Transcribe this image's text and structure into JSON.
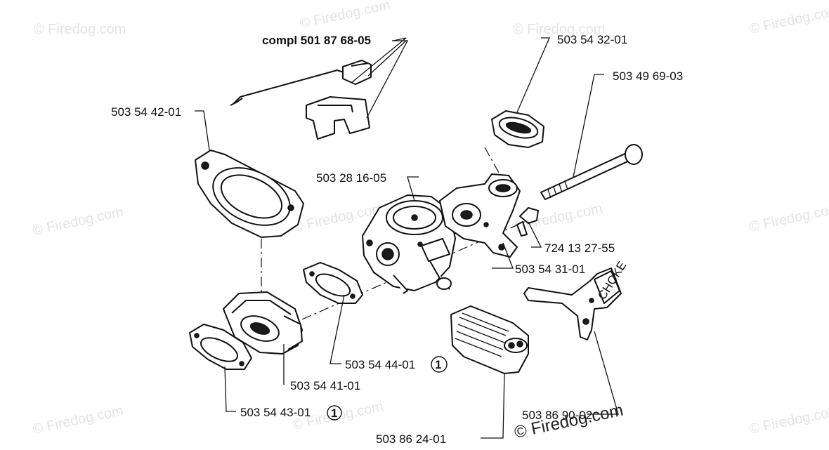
{
  "watermark": "© Firedog.com",
  "watermark_large": "© Firedog.com",
  "parts": [
    {
      "id": "p1",
      "number": "compl 501 87 68-05"
    },
    {
      "id": "p2",
      "number": "503 54 32-01"
    },
    {
      "id": "p3",
      "number": "503 49 69-03"
    },
    {
      "id": "p4",
      "number": "503 54 42-01"
    },
    {
      "id": "p5",
      "number": "503 28 16-05"
    },
    {
      "id": "p6",
      "number": "724 13 27-55"
    },
    {
      "id": "p7",
      "number": "503 54 31-01"
    },
    {
      "id": "p8",
      "number": "503 54 44-01"
    },
    {
      "id": "p9",
      "number": "503 54 41-01"
    },
    {
      "id": "p10",
      "number": "503 54 43-01"
    },
    {
      "id": "p11",
      "number": "503 86 90-02"
    },
    {
      "id": "p12",
      "number": "503 86 24-01"
    }
  ],
  "markers": {
    "m1": "1",
    "m2": "1"
  },
  "decal_text": "CHOKE"
}
